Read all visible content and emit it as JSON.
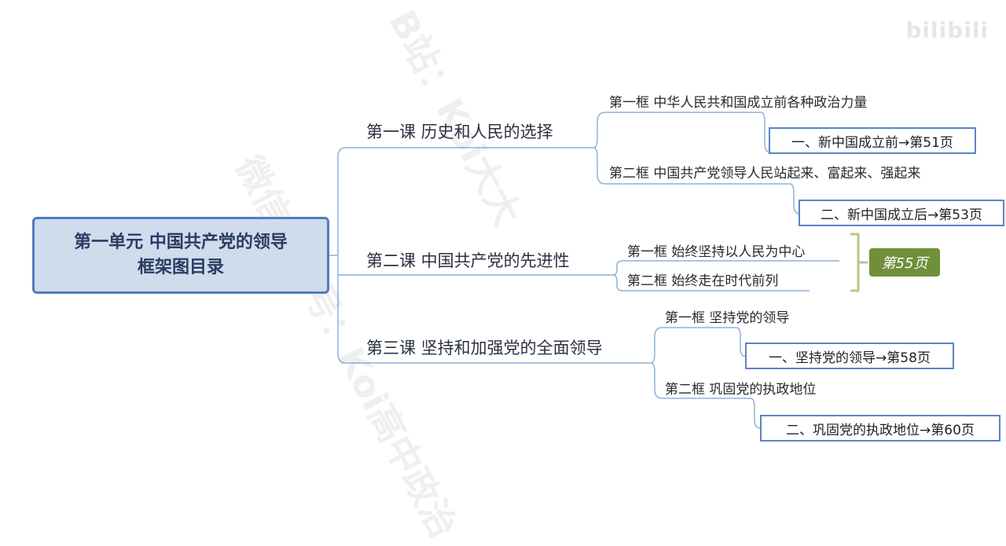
{
  "root": {
    "line1": "第一单元 中国共产党的领导",
    "line2": "框架图目录"
  },
  "lessons": [
    {
      "label": "第一课 历史和人民的选择",
      "frames": [
        {
          "label": "第一框 中华人民共和国成立前各种政治力量",
          "page": "一、新中国成立前→第51页"
        },
        {
          "label": "第二框 中国共产党领导人民站起来、富起来、强起来",
          "page": "二、新中国成立后→第53页"
        }
      ]
    },
    {
      "label": "第二课 中国共产党的先进性",
      "frames": [
        {
          "label": "第一框 始终坚持以人民为中心"
        },
        {
          "label": "第二框 始终走在时代前列"
        }
      ],
      "page_tag": "第55页"
    },
    {
      "label": "第三课 坚持和加强党的全面领导",
      "frames": [
        {
          "label": "第一框 坚持党的领导",
          "page": "一、坚持党的领导→第58页"
        },
        {
          "label": "第二框 巩固党的执政地位",
          "page": "二、巩固党的执政地位→第60页"
        }
      ]
    }
  ],
  "watermarks": {
    "text1": "B站：Koi大大",
    "text2": "微信公众号：Koi高中政治"
  },
  "logo": "bilibili",
  "colors": {
    "root_fill": "#d0dbec",
    "root_border": "#4f7cc0",
    "box_border": "#5b84c4",
    "tag_fill": "#6f8f3a",
    "bracket": "#b3c98c",
    "line": "#8fb0dc"
  }
}
